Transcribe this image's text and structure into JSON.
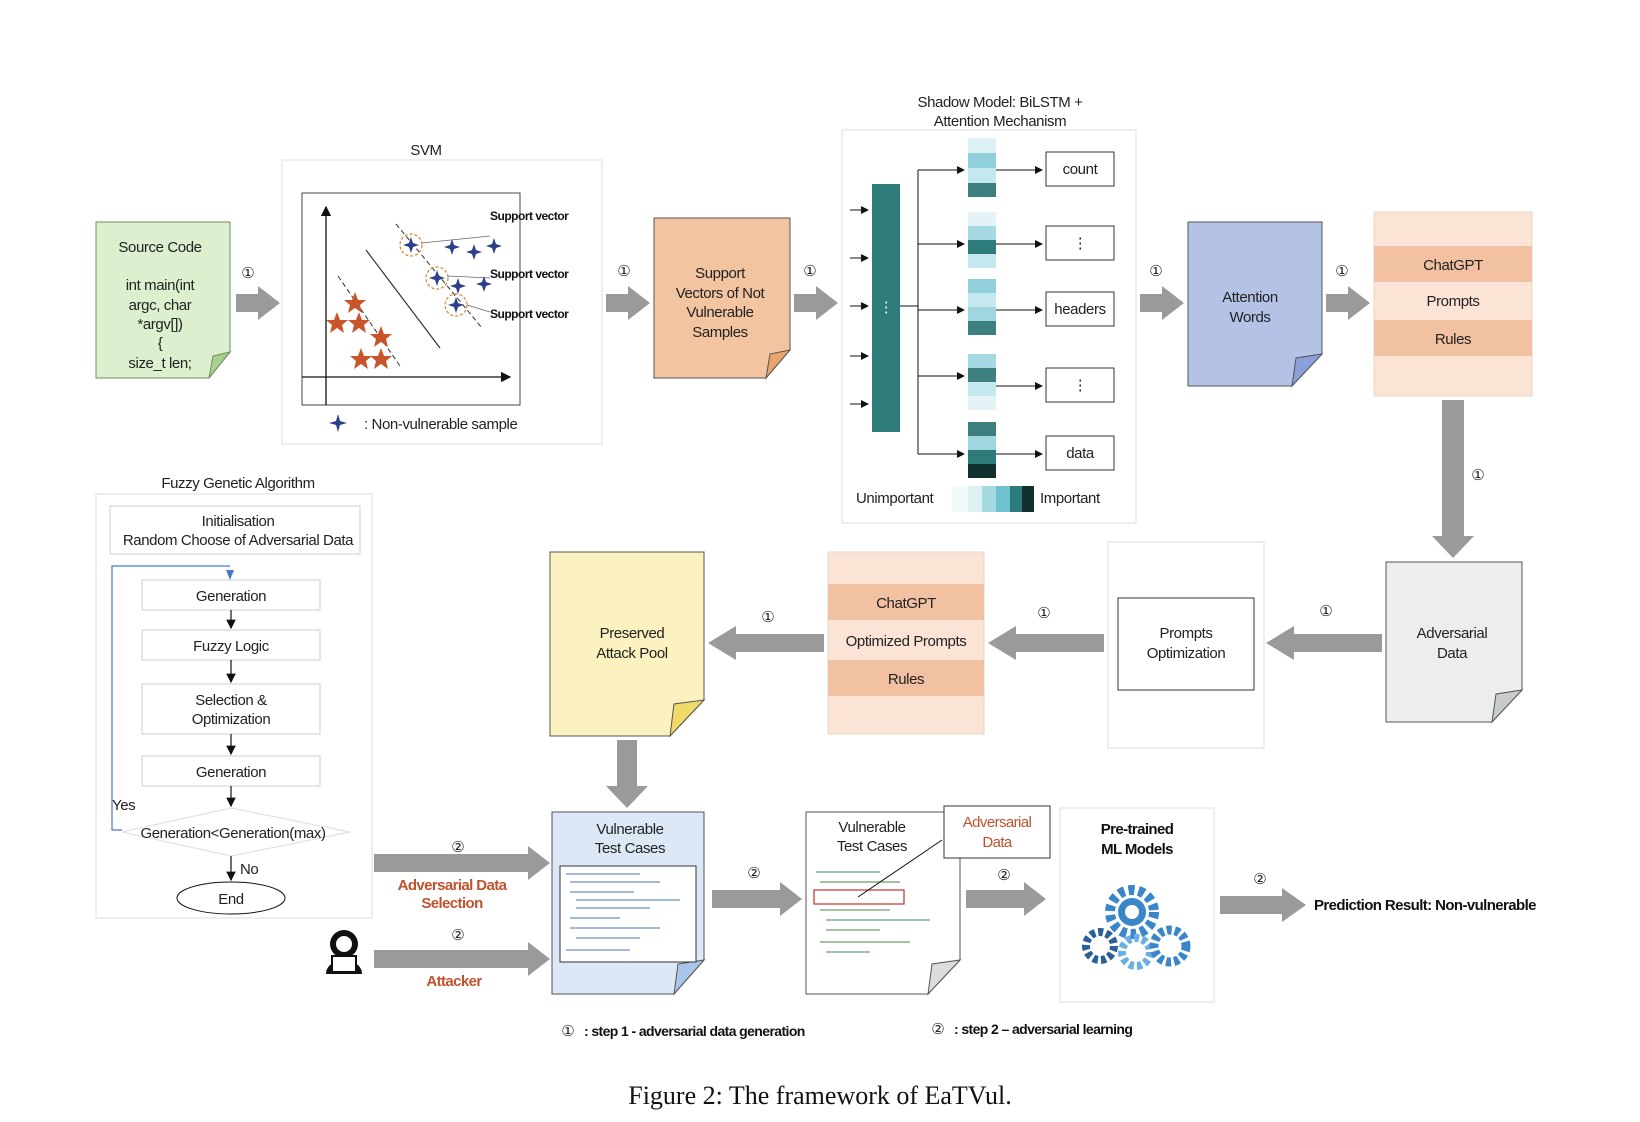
{
  "source_code": {
    "title": "Source Code",
    "lines": [
      "int main(int",
      "argc, char",
      "*argv[])",
      "{",
      "size_t len;"
    ]
  },
  "svm": {
    "title": "SVM",
    "support_vector_label": "Support vector",
    "legend": ": Non-vulnerable sample"
  },
  "support_vectors_box": {
    "lines": [
      "Support",
      "Vectors of Not",
      "Vulnerable",
      "Samples"
    ]
  },
  "shadow_model": {
    "title_lines": [
      "Shadow Model: BiLSTM +",
      "Attention Mechanism"
    ],
    "outputs": [
      "count",
      "⋮",
      "headers",
      "⋮",
      "data"
    ],
    "scale_low": "Unimportant",
    "scale_high": "Important",
    "dots": "⋮"
  },
  "attention_words": {
    "lines": [
      "Attention",
      "Words"
    ]
  },
  "chatgpt_top": {
    "items": [
      "ChatGPT",
      "Prompts",
      "Rules"
    ]
  },
  "adversarial_data": {
    "lines": [
      "Adversarial",
      "Data"
    ]
  },
  "prompts_optimization": {
    "lines": [
      "Prompts",
      "Optimization"
    ]
  },
  "chatgpt_mid": {
    "items": [
      "ChatGPT",
      "Optimized Prompts",
      "Rules"
    ]
  },
  "attack_pool": {
    "lines": [
      "Preserved",
      "Attack Pool"
    ]
  },
  "fga": {
    "title": "Fuzzy Genetic Algorithm",
    "init_lines": [
      "Initialisation",
      "Random Choose of Adversarial Data"
    ],
    "step1": "Generation",
    "step2": "Fuzzy Logic",
    "step3_lines": [
      "Selection &",
      "Optimization"
    ],
    "step4": "Generation",
    "yes": "Yes",
    "decision": "Generation<Generation(max)",
    "no": "No",
    "end": "End"
  },
  "adv_selection": {
    "lines": [
      "Adversarial Data",
      "Selection"
    ]
  },
  "attacker": {
    "label": "Attacker"
  },
  "vuln_cases_1": {
    "lines": [
      "Vulnerable",
      "Test Cases"
    ]
  },
  "vuln_cases_2": {
    "lines": [
      "Vulnerable",
      "Test Cases"
    ]
  },
  "adv_data_callout": {
    "lines": [
      "Adversarial",
      "Data"
    ]
  },
  "ml_models": {
    "lines": [
      "Pre-trained",
      "ML Models"
    ]
  },
  "prediction": {
    "label": "Prediction Result: Non-vulnerable"
  },
  "step_markers": {
    "one": "①",
    "two": "②"
  },
  "legend": {
    "step1": ": step 1 - adversarial data generation",
    "step2": ": step 2 – adversarial learning"
  },
  "caption": "Figure 2: The framework of EaTVul.",
  "colors": {
    "green_doc": "#dcefcf",
    "orange_doc": "#f2c4a0",
    "blue_doc": "#b4c2e6",
    "grey_doc": "#eceeee",
    "yellow_doc": "#fbf2c0",
    "lightblue_doc": "#dce8f5",
    "salmon_band": "#f2c1a2",
    "salmon_light": "#fbe4d6",
    "teal_dark": "#2e7b7b",
    "red_text": "#c0522d",
    "arrow_grey": "#9a9a9a",
    "gear_blue": "#3a86c8"
  }
}
